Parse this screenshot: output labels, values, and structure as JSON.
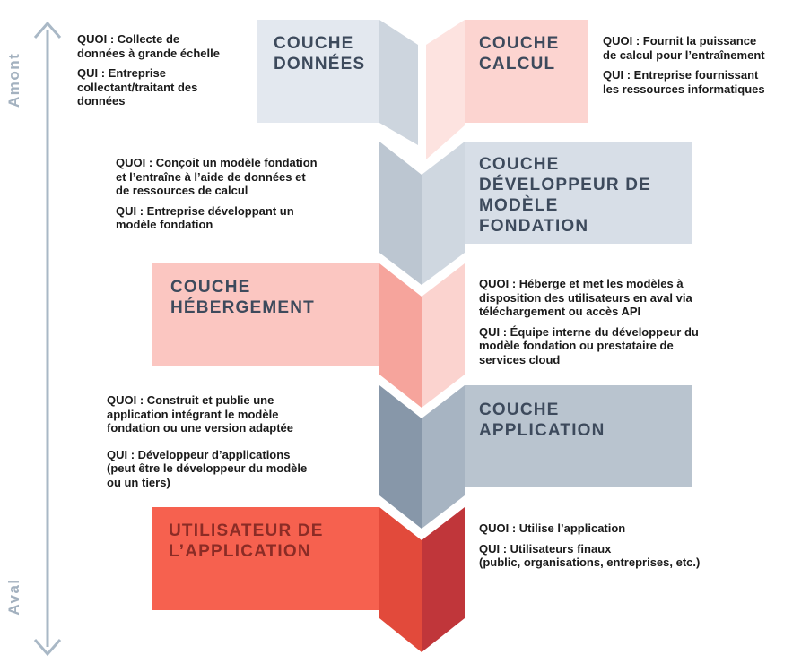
{
  "axis": {
    "top_label": "Amont",
    "bottom_label": "Aval",
    "color": "#a9b8c6"
  },
  "colors": {
    "data_layer": "#e3e8ef",
    "compute_layer": "#fcd4d0",
    "foundation_layer": "#d7dee7",
    "hosting_layer": "#fbc6c1",
    "application_layer": "#b9c4cf",
    "user_layer": "#f6614f",
    "title_text_dark": "#3d4a5c",
    "title_text_red": "#8b2c26"
  },
  "layers": {
    "data": {
      "title_line1": "COUCHE",
      "title_line2": "DONNÉES",
      "quoi": "QUOI : Collecte de\ndonnées à grande échelle",
      "qui": "QUI : Entreprise\ncollectant/traitant des\ndonnées"
    },
    "compute": {
      "title_line1": "COUCHE",
      "title_line2": "CALCUL",
      "quoi": "QUOI : Fournit la puissance\nde calcul pour l’entraînement",
      "qui": "QUI : Entreprise fournissant\nles ressources informatiques"
    },
    "foundation": {
      "title_line1": "COUCHE",
      "title_line2": "DÉVELOPPEUR DE",
      "title_line3": "MODÈLE",
      "title_line4": "FONDATION",
      "quoi": "QUOI : Conçoit un modèle fondation\net l’entraîne à l’aide de données et\nde ressources de calcul",
      "qui": "QUI : Entreprise développant un\nmodèle fondation"
    },
    "hosting": {
      "title_line1": "COUCHE",
      "title_line2": "HÉBERGEMENT",
      "quoi": "QUOI : Héberge et met les modèles à\ndisposition des utilisateurs en aval via\ntéléchargement ou accès API",
      "qui": "QUI : Équipe interne du développeur du\nmodèle fondation ou prestataire de\nservices cloud"
    },
    "application": {
      "title_line1": "COUCHE",
      "title_line2": "APPLICATION",
      "quoi": "QUOI : Construit et publie une\napplication intégrant le modèle\nfondation ou une version adaptée",
      "qui": "QUI : Développeur d’applications\n(peut être le développeur du modèle\nou un tiers)"
    },
    "user": {
      "title_line1": "UTILISATEUR DE",
      "title_line2": "L’APPLICATION",
      "quoi": "QUOI : Utilise l’application",
      "qui": "QUI : Utilisateurs finaux\n(public, organisations, entreprises, etc.)"
    }
  }
}
